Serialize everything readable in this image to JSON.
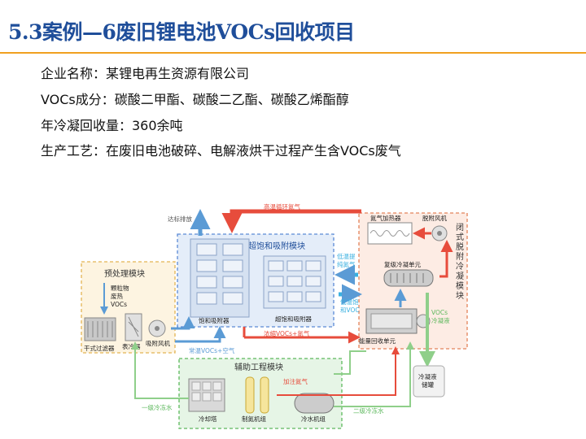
{
  "slide": {
    "title": "5.3案例—6废旧锂电池VOCs回收项目",
    "info_lines": [
      "企业名称：某锂电再生资源有限公司",
      "VOCs成分：碳酸二甲酯、碳酸二乙酯、碳酸乙烯酯醇",
      "年冷凝回收量：360余吨",
      "生产工艺：在废旧电池破碎、电解液烘干过程产生含VOCs废气"
    ]
  },
  "diagram": {
    "modules": {
      "pretreatment": "预处理模块",
      "adsorption": "超饱和吸附模块",
      "condensation": "闭式脱附冷凝模块",
      "auxiliary": "辅助工程模块"
    },
    "equipment": {
      "dry_filter": "干式过滤器",
      "cooler": "表冷器",
      "adsorption_fan": "吸附风机",
      "saturated_adsorber": "饱和吸附器",
      "supersaturated_adsorber": "超饱和吸附器",
      "nitrogen_heater": "氮气加热器",
      "desorption_fan": "脱附风机",
      "compound_condenser": "复级冷凝单元",
      "energy_recovery": "能量回收单元",
      "condensate_tank": "冷凝液\n储罐",
      "cooling_tower": "冷却塔",
      "nitrogen_unit": "制氮机组",
      "chiller": "冷水机组"
    },
    "flows": {
      "particulates": "颗粒物\n废热\nVOCs",
      "emission": "达标排放",
      "hot_nitrogen": "高温循环氮气",
      "low_temp_nitrogen_1": "低温提\n纯氮气",
      "low_temp_nitrogen_2": "低温饱\n和VOC",
      "vocs_condensate": "VOCs\n冷凝液",
      "concentrated": "浓缩VOCs+氮气",
      "normal_vocs": "常温VOCs+空气",
      "add_nitrogen": "加注氮气",
      "primary_cooling_water": "一级冷冻水",
      "secondary_cooling_water": "二级冷冻水"
    },
    "colors": {
      "title_blue": "#1f4e9a",
      "accent_orange": "#f0a020",
      "red_flow": "#e74c3c",
      "blue_flow": "#5b9bd5",
      "cyan_flow": "#3ab0e0",
      "green_flow": "#8fcf8a"
    }
  }
}
